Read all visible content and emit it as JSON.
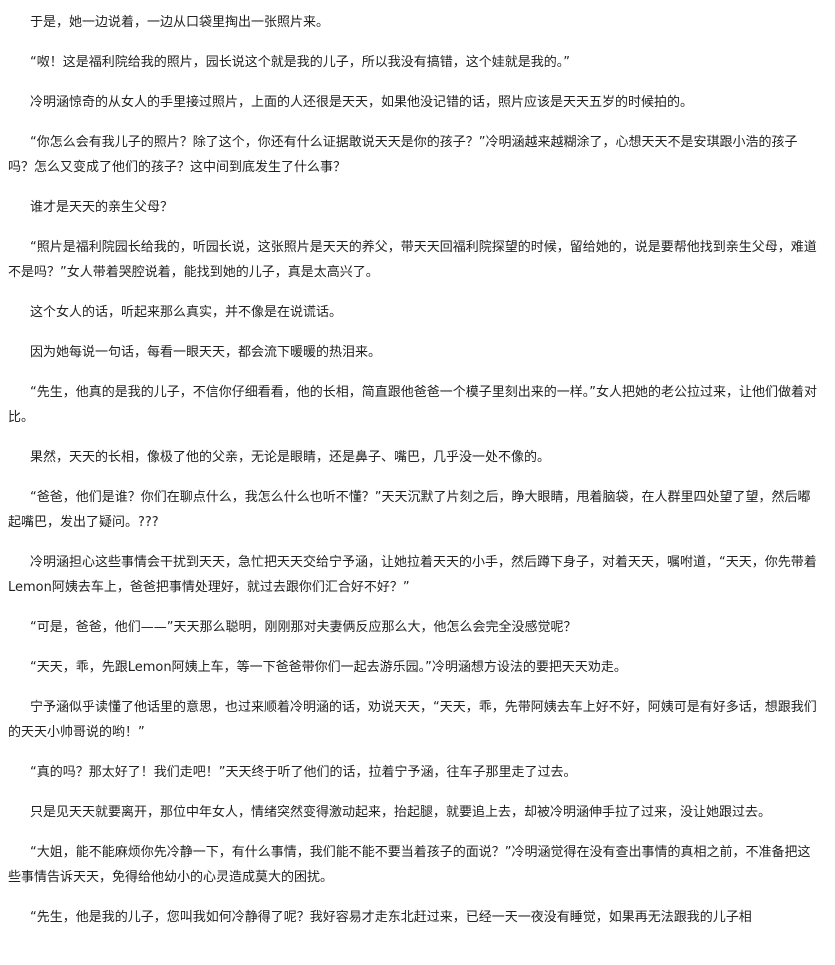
{
  "article": {
    "paragraphs": [
      "于是，她一边说着，一边从口袋里掏出一张照片来。",
      "“呶！这是福利院给我的照片，园长说这个就是我的儿子，所以我没有搞错，这个娃就是我的。”",
      "冷明涵惊奇的从女人的手里接过照片，上面的人还很是天天，如果他没记错的话，照片应该是天天五岁的时候拍的。",
      "“你怎么会有我儿子的照片？除了这个，你还有什么证据敢说天天是你的孩子？”冷明涵越来越糊涂了，心想天天不是安琪跟小浩的孩子吗？怎么又变成了他们的孩子？这中间到底发生了什么事？",
      "谁才是天天的亲生父母？",
      "“照片是福利院园长给我的，听园长说，这张照片是天天的养父，带天天回福利院探望的时候，留给她的，说是要帮他找到亲生父母，难道不是吗？”女人带着哭腔说着，能找到她的儿子，真是太高兴了。",
      "这个女人的话，听起来那么真实，并不像是在说谎话。",
      "因为她每说一句话，每看一眼天天，都会流下暖暖的热泪来。",
      "“先生，他真的是我的儿子，不信你仔细看看，他的长相，简直跟他爸爸一个模子里刻出来的一样。”女人把她的老公拉过来，让他们做着对比。",
      "果然，天天的长相，像极了他的父亲，无论是眼睛，还是鼻子、嘴巴，几乎没一处不像的。",
      "“爸爸，他们是谁？你们在聊点什么，我怎么什么也听不懂？”天天沉默了片刻之后，睁大眼睛，甩着脑袋，在人群里四处望了望，然后嘟起嘴巴，发出了疑问。???",
      "冷明涵担心这些事情会干扰到天天，急忙把天天交给宁予涵，让她拉着天天的小手，然后蹲下身子，对着天天，嘱咐道，“天天，你先带着Lemon阿姨去车上，爸爸把事情处理好，就过去跟你们汇合好不好？”",
      "“可是，爸爸，他们——”天天那么聪明，刚刚那对夫妻俩反应那么大，他怎么会完全没感觉呢？",
      "“天天，乖，先跟Lemon阿姨上车，等一下爸爸带你们一起去游乐园。”冷明涵想方设法的要把天天劝走。",
      "宁予涵似乎读懂了他话里的意思，也过来顺着冷明涵的话，劝说天天，“天天，乖，先带阿姨去车上好不好，阿姨可是有好多话，想跟我们的天天小帅哥说的哟！”",
      "“真的吗？那太好了！我们走吧！”天天终于听了他们的话，拉着宁予涵，往车子那里走了过去。",
      "只是见天天就要离开，那位中年女人，情绪突然变得激动起来，抬起腿，就要追上去，却被冷明涵伸手拉了过来，没让她跟过去。",
      "“大姐，能不能麻烦你先冷静一下，有什么事情，我们能不能不要当着孩子的面说？”冷明涵觉得在没有查出事情的真相之前，不准备把这些事情告诉天天，免得给他幼小的心灵造成莫大的困扰。",
      "“先生，他是我的儿子，您叫我如何冷静得了呢？我好容易才走东北赶过来，已经一天一夜没有睡觉，如果再无法跟我的儿子相"
    ]
  }
}
